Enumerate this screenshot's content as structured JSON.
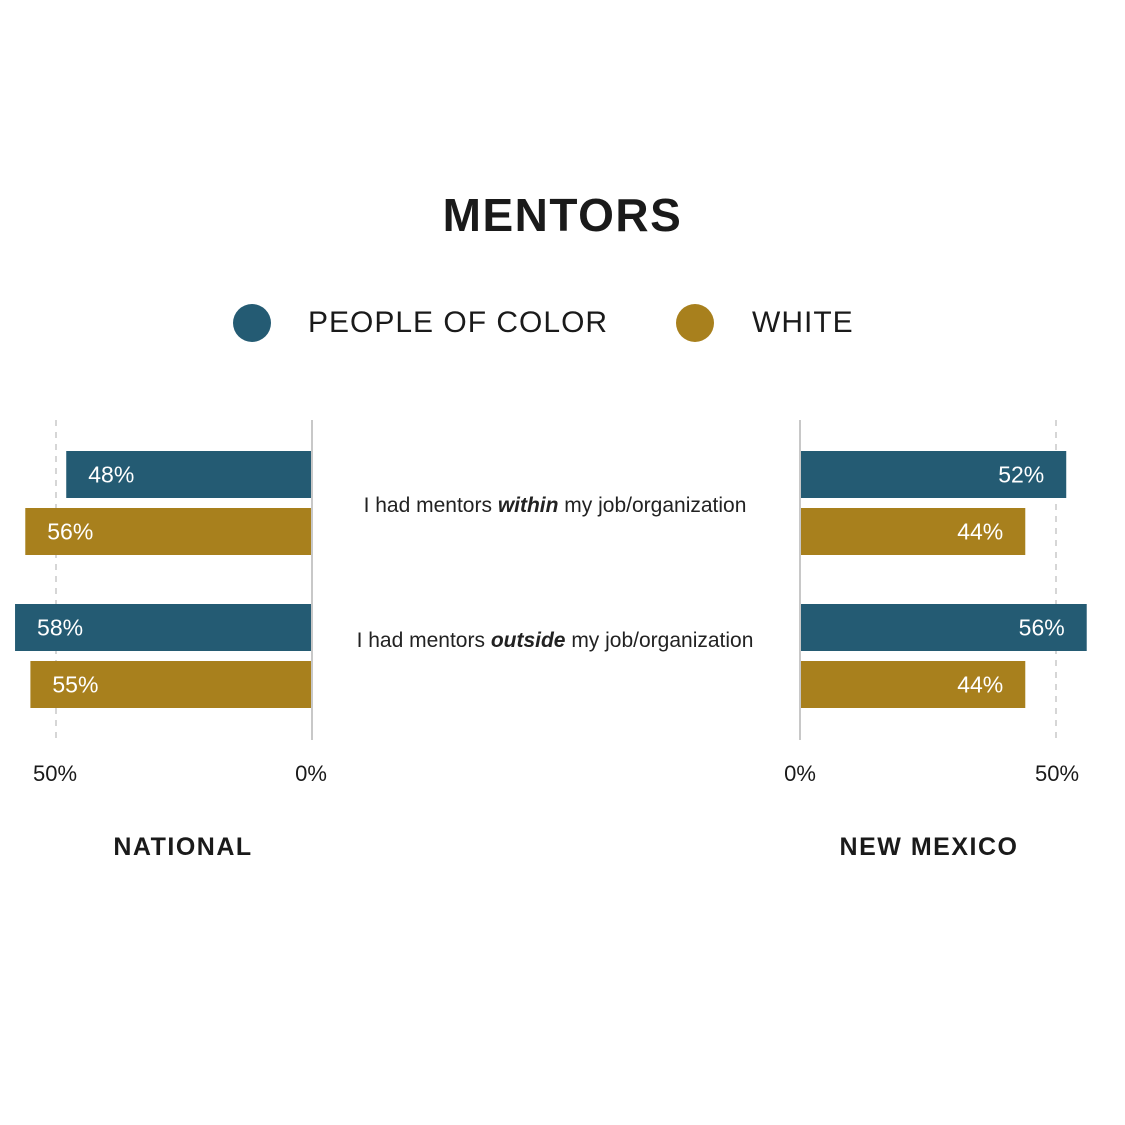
{
  "chart_data": {
    "type": "bar",
    "title": "MENTORS",
    "legend": [
      {
        "name": "PEOPLE OF COLOR",
        "color": "#245b73"
      },
      {
        "name": "WHITE",
        "color": "#a8801d"
      }
    ],
    "categories": [
      {
        "prefix": "I had mentors ",
        "emphasis": "within",
        "suffix": " my job/organization"
      },
      {
        "prefix": "I had mentors ",
        "emphasis": "outside",
        "suffix": " my job/organization"
      }
    ],
    "panels": [
      {
        "name": "NATIONAL",
        "direction": "left",
        "series": [
          {
            "name": "PEOPLE OF COLOR",
            "values": [
              48,
              58
            ],
            "labels": [
              "48%",
              "58%"
            ]
          },
          {
            "name": "WHITE",
            "values": [
              56,
              55
            ],
            "labels": [
              "56%",
              "55%"
            ]
          }
        ],
        "ticks": [
          {
            "value": 50,
            "label": "50%"
          },
          {
            "value": 0,
            "label": "0%"
          }
        ]
      },
      {
        "name": "NEW MEXICO",
        "direction": "right",
        "series": [
          {
            "name": "PEOPLE OF COLOR",
            "values": [
              52,
              56
            ],
            "labels": [
              "52%",
              "56%"
            ]
          },
          {
            "name": "WHITE",
            "values": [
              44,
              44
            ],
            "labels": [
              "44%",
              "44%"
            ]
          }
        ],
        "ticks": [
          {
            "value": 0,
            "label": "0%"
          },
          {
            "value": 50,
            "label": "50%"
          }
        ]
      }
    ],
    "xlim": [
      0,
      60
    ],
    "grid": "dashed at 50%"
  }
}
